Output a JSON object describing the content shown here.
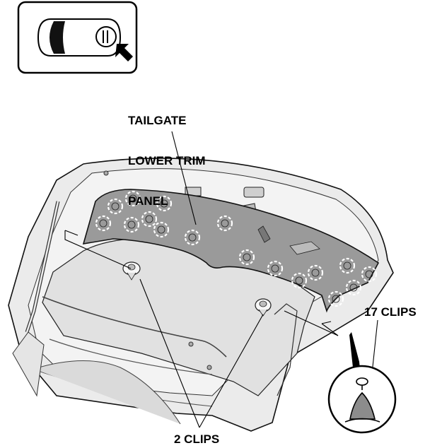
{
  "callouts": {
    "panel_name": [
      "TAILGATE",
      "LOWER TRIM",
      "PANEL"
    ],
    "clips_17": "17 CLIPS",
    "clips_2": "2 CLIPS"
  },
  "icons": {
    "locator": "vehicle-rear-locator-icon",
    "clip_detail": "clip-detail-icon"
  },
  "colors": {
    "trim_panel": "#9a9a9a",
    "body": "#ebebeb",
    "line": "#111111"
  }
}
